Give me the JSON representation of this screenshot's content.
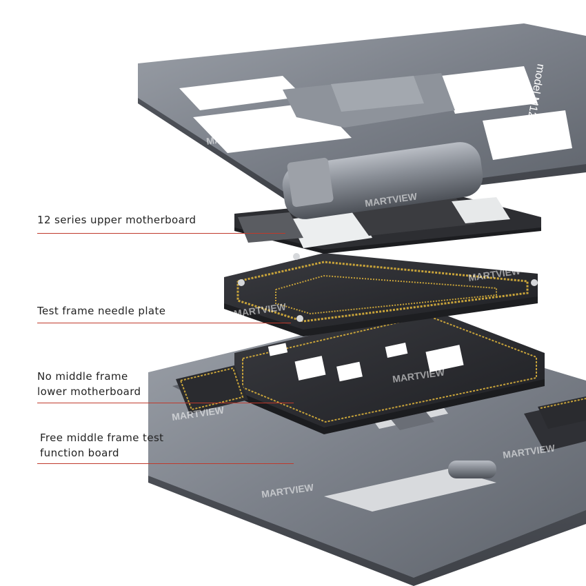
{
  "callouts": {
    "upper_motherboard": [
      "12 series upper motherboard"
    ],
    "needle_plate": [
      "Test frame needle plate"
    ],
    "lower_motherboard": [
      "No middle frame",
      "lower motherboard"
    ],
    "function_board": [
      "Free middle frame test",
      "function board"
    ]
  },
  "watermark": "MARTVIEW",
  "top_plate_marking": "model M12",
  "colors": {
    "background": "#ffffff",
    "metal": "#7b8089",
    "metal_dark": "#4c5058",
    "pcb": "#2b2c30",
    "pcb_trace": "#c9a43a",
    "leader": "#c0392b",
    "label_text": "#222222"
  }
}
